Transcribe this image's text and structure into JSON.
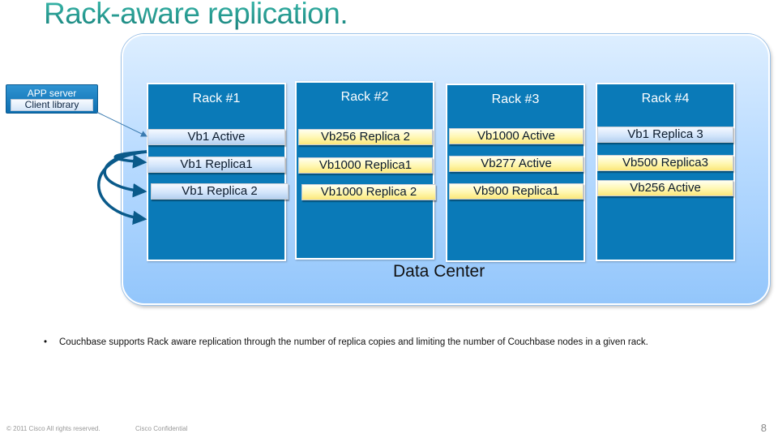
{
  "title": "Rack-aware replication.",
  "data_center_label": "Data Center",
  "app_server": {
    "title": "APP server",
    "library": "Client library"
  },
  "racks": [
    {
      "title": "Rack #1",
      "vbuckets": [
        {
          "label": "Vb1 Active",
          "color": "blue"
        },
        {
          "label": "Vb1 Replica1",
          "color": "blue"
        },
        {
          "label": "Vb1 Replica 2",
          "color": "blue"
        }
      ]
    },
    {
      "title": "Rack #2",
      "vbuckets": [
        {
          "label": "Vb256 Replica 2",
          "color": "yellow"
        },
        {
          "label": "Vb1000 Replica1",
          "color": "yellow"
        },
        {
          "label": "Vb1000 Replica 2",
          "color": "yellow"
        }
      ]
    },
    {
      "title": "Rack #3",
      "vbuckets": [
        {
          "label": "Vb1000 Active",
          "color": "yellow"
        },
        {
          "label": "Vb277 Active",
          "color": "yellow"
        },
        {
          "label": "Vb900 Replica1",
          "color": "yellow"
        }
      ]
    },
    {
      "title": "Rack #4",
      "vbuckets": [
        {
          "label": "Vb1 Replica 3",
          "color": "blue"
        },
        {
          "label": "Vb500 Replica3",
          "color": "yellow"
        },
        {
          "label": "Vb256 Active",
          "color": "yellow"
        }
      ]
    }
  ],
  "bullet": "Couchbase supports Rack aware replication through the number of replica copies and limiting the number of Couchbase nodes in a given rack.",
  "footer": {
    "copyright": "© 2011  Cisco All rights reserved.",
    "confidential": "Cisco Confidential",
    "page_number": "8"
  },
  "colors": {
    "title": "#2aa198",
    "rack": "#0a7ab8",
    "vb_blue": "#d4e6fb",
    "vb_yellow": "#fff7b0",
    "arrow": "#0a5a8a"
  }
}
